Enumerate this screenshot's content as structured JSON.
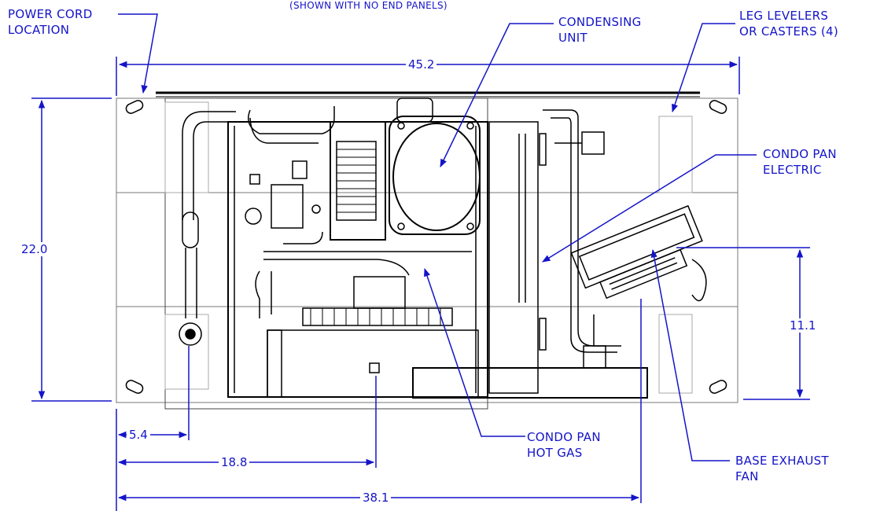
{
  "header_note": "(SHOWN WITH NO END PANELS)",
  "callouts": {
    "power_cord": [
      "POWER CORD",
      "LOCATION"
    ],
    "condensing_unit": [
      "CONDENSING",
      "UNIT"
    ],
    "leg_levelers": [
      "LEG LEVELERS",
      "OR CASTERS (4)"
    ],
    "condo_pan_electric": [
      "CONDO PAN",
      "ELECTRIC"
    ],
    "condo_pan_hot_gas": [
      "CONDO PAN",
      "HOT GAS"
    ],
    "base_exhaust_fan": [
      "BASE EXHAUST",
      "FAN"
    ]
  },
  "dimensions": {
    "overall_width": "45.2",
    "overall_depth": "22.0",
    "fan_height": "11.1",
    "cord_offset": "5.4",
    "center_offset": "18.8",
    "fan_offset": "38.1"
  },
  "colors": {
    "annotation": "#1414c8",
    "drawing": "#000000"
  }
}
